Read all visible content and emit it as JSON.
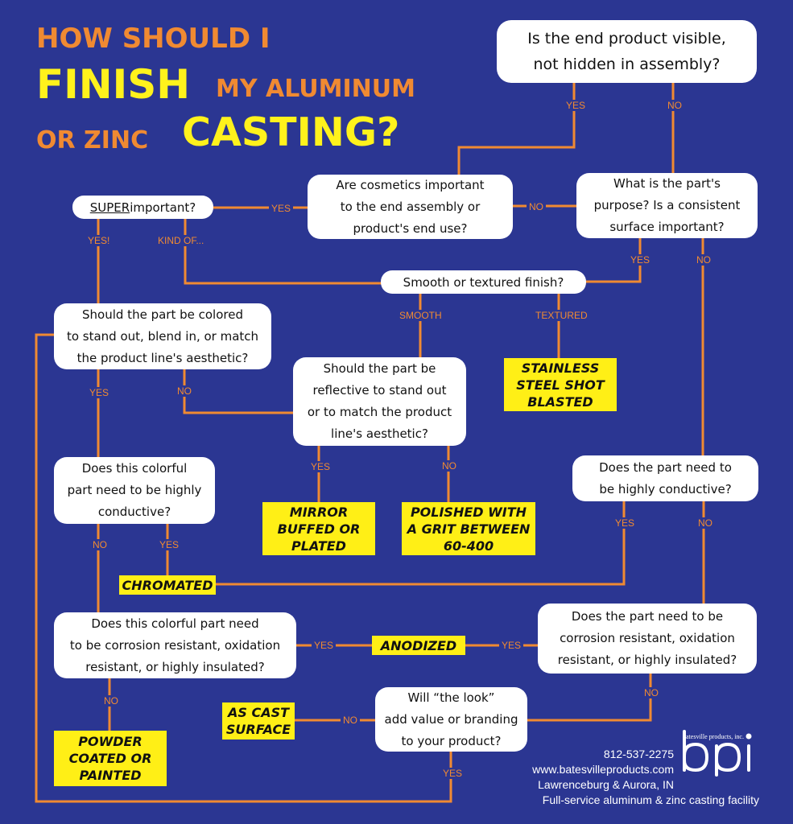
{
  "title": {
    "line1": "HOW SHOULD I",
    "line2a": "FINISH",
    "line2b": "MY ALUMINUM",
    "line3a": "OR ZINC",
    "line3b": "CASTING?"
  },
  "questions": {
    "visible": "Is the end product visible,\nnot hidden in assembly?",
    "cosmetics": "Are cosmetics important\nto the end assembly or\nproduct's end use?",
    "purpose": "What is the part's\npurpose? Is a consistent\nsurface important?",
    "super_word": "SUPER",
    "super_rest": " important?",
    "smooth": "Smooth or textured finish?",
    "colored": "Should the part be colored\nto stand out, blend in, or match\nthe product line's aesthetic?",
    "reflective": "Should the part be\nreflective to stand out\nor to match the product\nline's aesthetic?",
    "colorful_conductive": "Does this colorful\npart need to be highly\nconductive?",
    "conductive": "Does the part need to\nbe highly conductive?",
    "colorful_corrosion": "Does this colorful part need\nto be corrosion resistant, oxidation\nresistant, or highly insulated?",
    "corrosion": "Does the part need to be\ncorrosion resistant, oxidation\nresistant, or highly insulated?",
    "look": "Will “the look”\nadd value or branding\nto your product?"
  },
  "answers": {
    "stainless": "STAINLESS\nSTEEL SHOT\nBLASTED",
    "mirror": "MIRROR\nBUFFED OR\nPLATED",
    "polished": "POLISHED WITH\nA GRIT BETWEEN\n60-400",
    "chromated": "CHROMATED",
    "anodized": "ANODIZED",
    "as_cast": "AS CAST\nSURFACE",
    "powder": "POWDER\nCOATED OR\nPAINTED"
  },
  "labels": {
    "yes": "YES",
    "no": "NO",
    "yes_bang": "YES!",
    "kind_of": "KIND OF...",
    "smooth": "SMOOTH",
    "textured": "TEXTURED"
  },
  "contact": {
    "phone": "812-537-2275",
    "web": "www.batesvilleproducts.com",
    "location": "Lawrenceburg & Aurora, IN",
    "tagline": "Full-service aluminum & zinc casting facility"
  },
  "logo": {
    "letters": "bpi",
    "name": "batesville products, inc."
  },
  "colors": {
    "background": "#2b3692",
    "line": "#f08a32",
    "answer": "#ffef16",
    "title_orange": "#f08a32",
    "title_yellow": "#fff21c"
  }
}
